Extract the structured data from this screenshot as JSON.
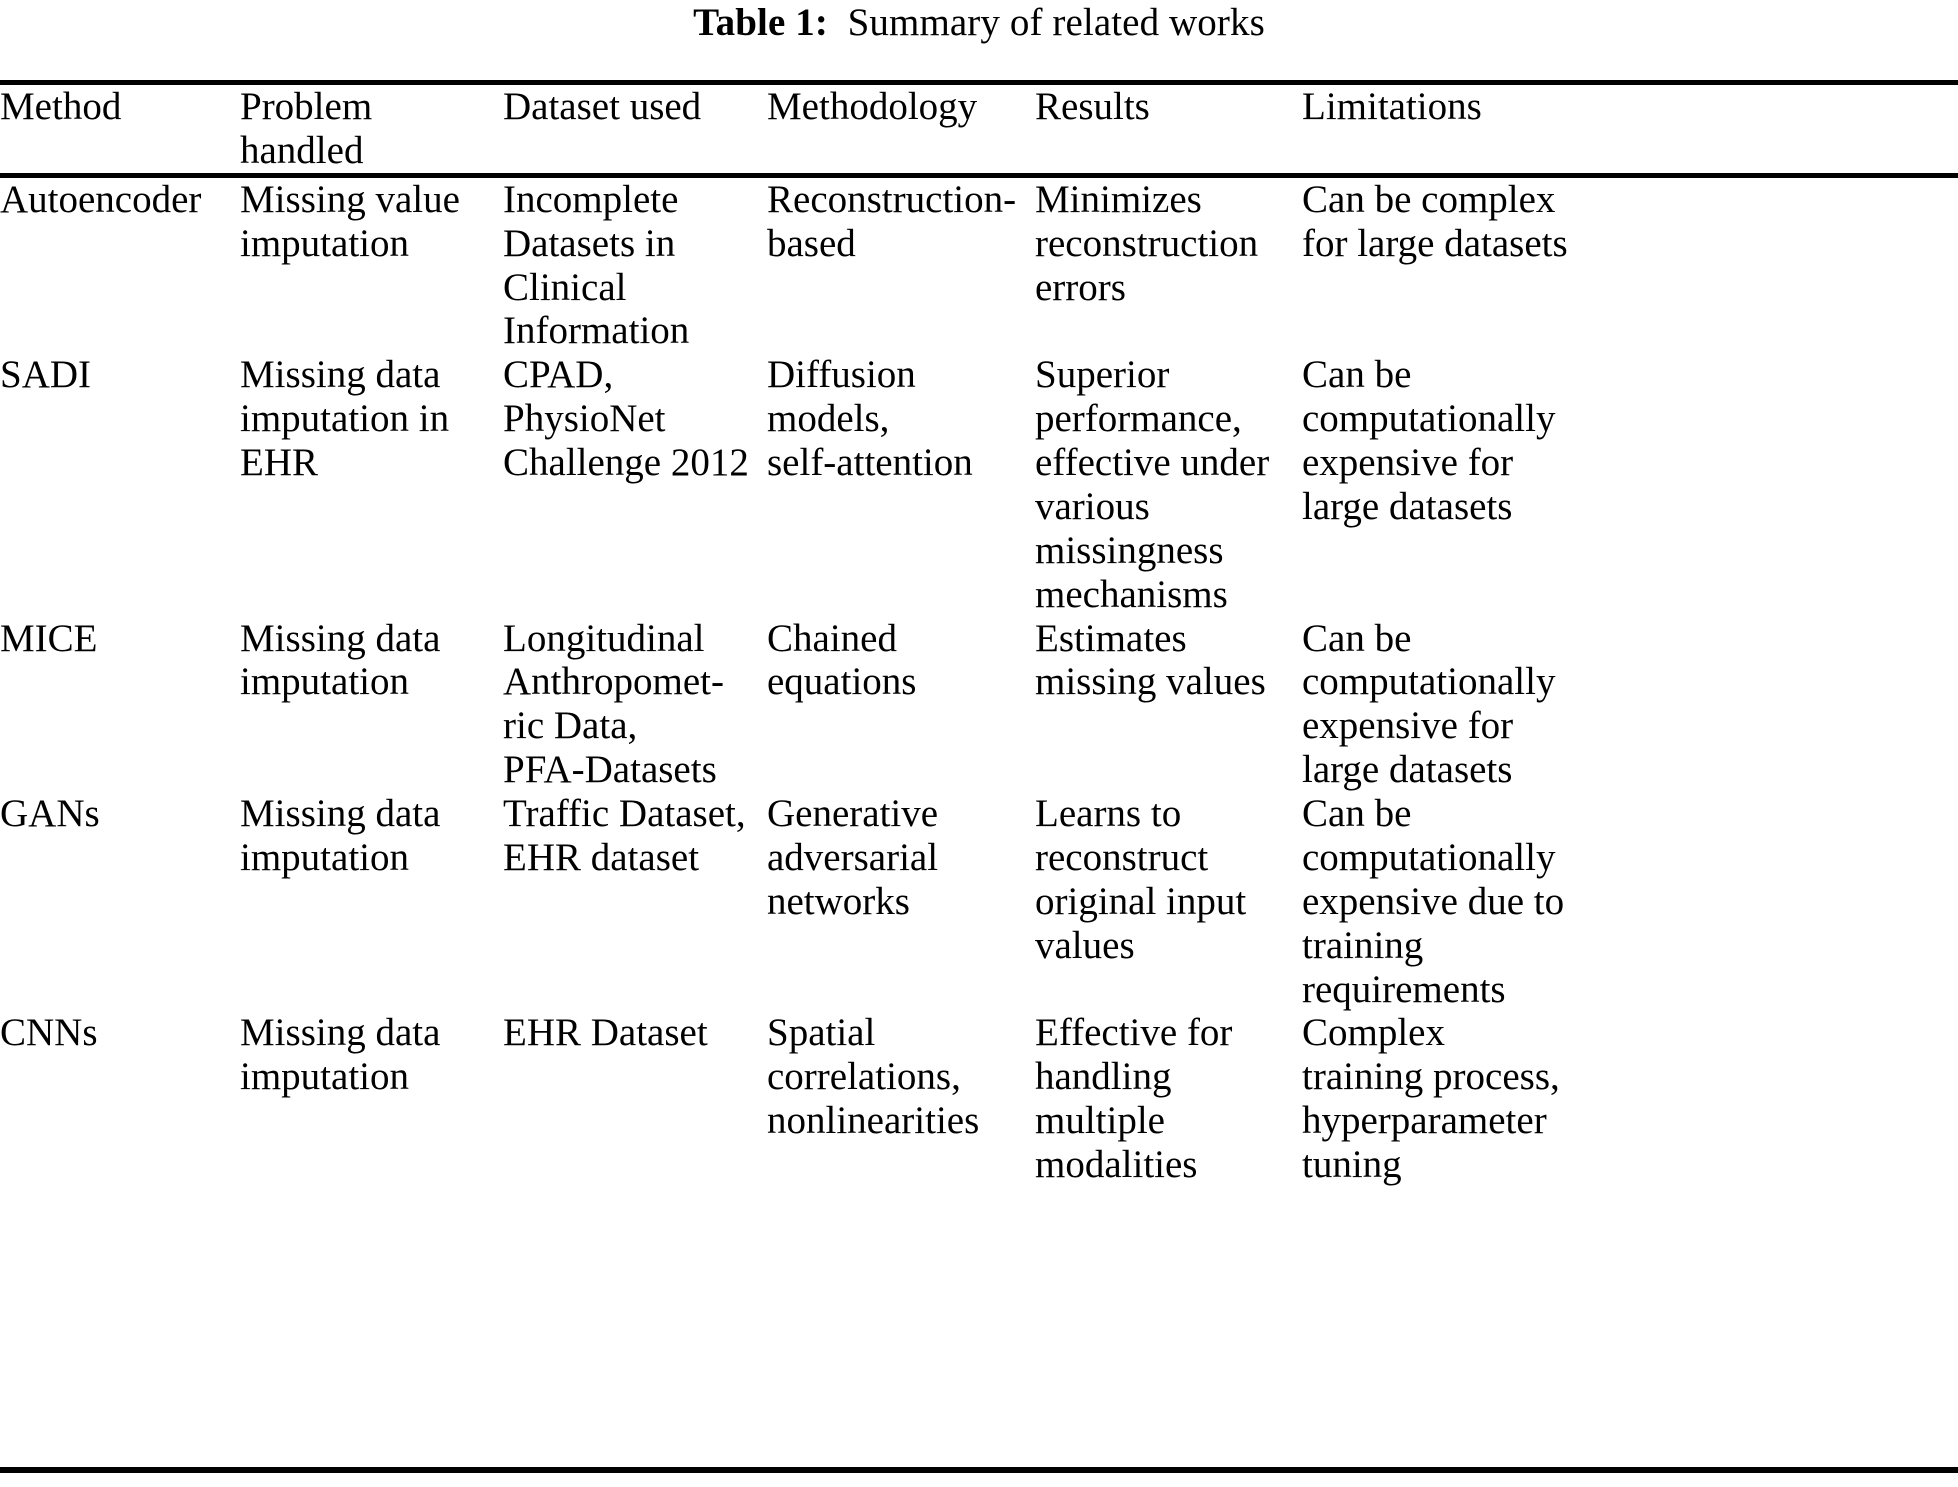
{
  "caption": {
    "label": "Table 1:",
    "text": "Summary of related works"
  },
  "table": {
    "columns": [
      "Method",
      "Problem handled",
      "Dataset used",
      "Methodology",
      "Results",
      "Limitations"
    ],
    "rows": [
      {
        "method": "Autoencoder",
        "problem_handled": "Missing value imputation",
        "dataset_used": "Incomplete Datasets in Clinical Information",
        "methodology": "Reconstruction-based",
        "results": "Minimizes reconstruction errors",
        "limitations": "Can be complex for large datasets"
      },
      {
        "method": "SADI",
        "problem_handled": "Missing data imputation in EHR",
        "dataset_used": "CPAD, PhysioNet Challenge 2012",
        "methodology": "Diffusion models, self-attention",
        "results": "Superior performance, effective under various missingness mechanisms",
        "limitations": "Can be computationally expensive for large datasets"
      },
      {
        "method": "MICE",
        "problem_handled": "Missing data imputation",
        "dataset_used": "Longitudinal Anthropomet-ric Data, PFA-Datasets",
        "methodology": "Chained equations",
        "results": "Estimates missing values",
        "limitations": "Can be computationally expensive for large datasets"
      },
      {
        "method": "GANs",
        "problem_handled": "Missing data imputation",
        "dataset_used": "Traffic Dataset, EHR dataset",
        "methodology": "Generative adversarial networks",
        "results": "Learns to reconstruct original input values",
        "limitations": "Can be computationally expensive due to training requirements"
      },
      {
        "method": "CNNs",
        "problem_handled": "Missing data imputation",
        "dataset_used": "EHR Dataset",
        "methodology": "Spatial correlations, nonlinearities",
        "results": "Effective for handling multiple modalities",
        "limitations": "Complex training process, hyperparameter tuning"
      }
    ],
    "row_line_breaks": {
      "0": {
        "problem_handled": [
          "Missing value",
          "imputation"
        ],
        "dataset_used": [
          "Incomplete",
          "Datasets in",
          "Clinical",
          "Information"
        ],
        "methodology": [
          "Reconstruction-",
          "based"
        ],
        "results": [
          "Minimizes",
          "reconstruction",
          "errors"
        ],
        "limitations": [
          "Can be complex",
          "for large datasets"
        ]
      },
      "1": {
        "problem_handled": [
          "Missing data",
          "imputation in",
          "EHR"
        ],
        "dataset_used": [
          "CPAD,",
          "PhysioNet",
          "Challenge 2012"
        ],
        "methodology": [
          "Diffusion",
          "models,",
          "self-attention"
        ],
        "results": [
          "Superior",
          "performance,",
          "effective under",
          "various",
          "missingness",
          "mechanisms"
        ],
        "limitations": [
          "Can be",
          "computationally",
          "expensive for",
          "large datasets"
        ]
      },
      "2": {
        "problem_handled": [
          "Missing data",
          "imputation"
        ],
        "dataset_used": [
          "Longitudinal",
          "Anthropomet-",
          "ric Data,",
          "PFA-Datasets"
        ],
        "methodology": [
          "Chained",
          "equations"
        ],
        "results": [
          "Estimates",
          "missing values"
        ],
        "limitations": [
          "Can be",
          "computationally",
          "expensive for",
          "large datasets"
        ]
      },
      "3": {
        "problem_handled": [
          "Missing data",
          "imputation"
        ],
        "dataset_used": [
          "Traffic Dataset,",
          "EHR dataset"
        ],
        "methodology": [
          "Generative",
          "adversarial",
          "networks"
        ],
        "results": [
          "Learns to",
          "reconstruct",
          "original input",
          "values"
        ],
        "limitations": [
          "Can be",
          "computationally",
          "expensive due to",
          "training",
          "requirements"
        ]
      },
      "4": {
        "problem_handled": [
          "Missing data",
          "imputation"
        ],
        "dataset_used": [
          "EHR Dataset"
        ],
        "methodology": [
          "Spatial",
          "correlations,",
          "nonlinearities"
        ],
        "results": [
          "Effective for",
          "handling",
          "multiple",
          "modalities"
        ],
        "limitations": [
          "Complex",
          "training process,",
          "hyperparameter",
          "tuning"
        ]
      },
      "header": {
        "problem_handled": [
          "Problem",
          "handled"
        ]
      }
    }
  }
}
